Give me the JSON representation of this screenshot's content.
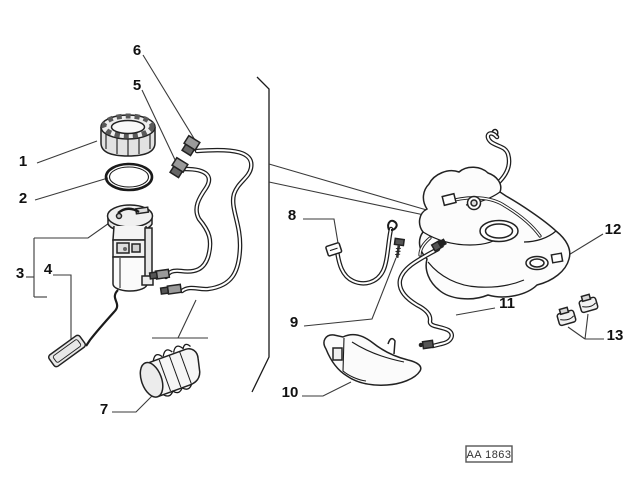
{
  "diagram": {
    "figure_code": "AA 1863",
    "callouts": [
      {
        "id": 1,
        "label": "1"
      },
      {
        "id": 2,
        "label": "2"
      },
      {
        "id": 3,
        "label": "3"
      },
      {
        "id": 4,
        "label": "4"
      },
      {
        "id": 5,
        "label": "5"
      },
      {
        "id": 6,
        "label": "6"
      },
      {
        "id": 7,
        "label": "7"
      },
      {
        "id": 8,
        "label": "8"
      },
      {
        "id": 9,
        "label": "9"
      },
      {
        "id": 10,
        "label": "10"
      },
      {
        "id": 11,
        "label": "11"
      },
      {
        "id": 12,
        "label": "12"
      },
      {
        "id": 13,
        "label": "13"
      }
    ]
  },
  "colors": {
    "line": "#1a1a1a",
    "background": "#ffffff",
    "shade_light": "#ececec",
    "shade_mid": "#9a9a9a",
    "shade_dark": "#555555"
  }
}
